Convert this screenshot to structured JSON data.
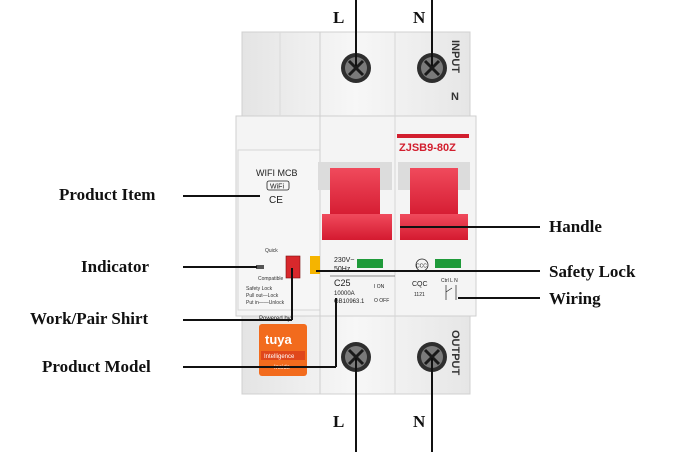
{
  "terminals": {
    "top_left": "L",
    "top_right": "N",
    "bottom_left": "L",
    "bottom_right": "N"
  },
  "callouts": {
    "product_item": "Product Item",
    "indicator": "Indicator",
    "work_pair_switch": "Work/Pair Shirt",
    "product_model": "Product Model",
    "handle": "Handle",
    "safety_lock": "Safety Lock",
    "wiring": "Wiring"
  },
  "device": {
    "input_label": "INPUT",
    "input_n": "N",
    "output_label": "OUTPUT",
    "model_code": "ZJSB9-80Z",
    "wifi_mcb": "WIFI MCB",
    "wifi_badge": "WiFi",
    "ce_mark": "CE",
    "quick_label": "Quick",
    "compatible_label": "Compatible",
    "safety_lock_text": "Safety Lock",
    "pull_out_lock": "Pull out—Lock",
    "put_in_unlock": "Put in——Unlock",
    "voltage": "230V~",
    "frequency": "50Hz",
    "rating": "C25",
    "breaking_capacity": "10000A",
    "standard": "GB10963.1",
    "on_label": "I ON",
    "off_label": "O OFF",
    "ccc_mark": "CCC",
    "cqc_mark": "CQC",
    "cert_number": "1121",
    "ctrl_label": "Ctrl L N",
    "powered_by": "Powered by",
    "tuya_logo": "tuya",
    "intelligence": "Intelligence",
    "inside": "Inside"
  },
  "colors": {
    "handle_red": "#e8263e",
    "label_red": "#d21e2e",
    "indicator_green": "#1f9a3a",
    "safety_lock_yellow": "#f5b400",
    "tuya_orange": "#f26b1d",
    "body_white": "#f2f2f2"
  }
}
